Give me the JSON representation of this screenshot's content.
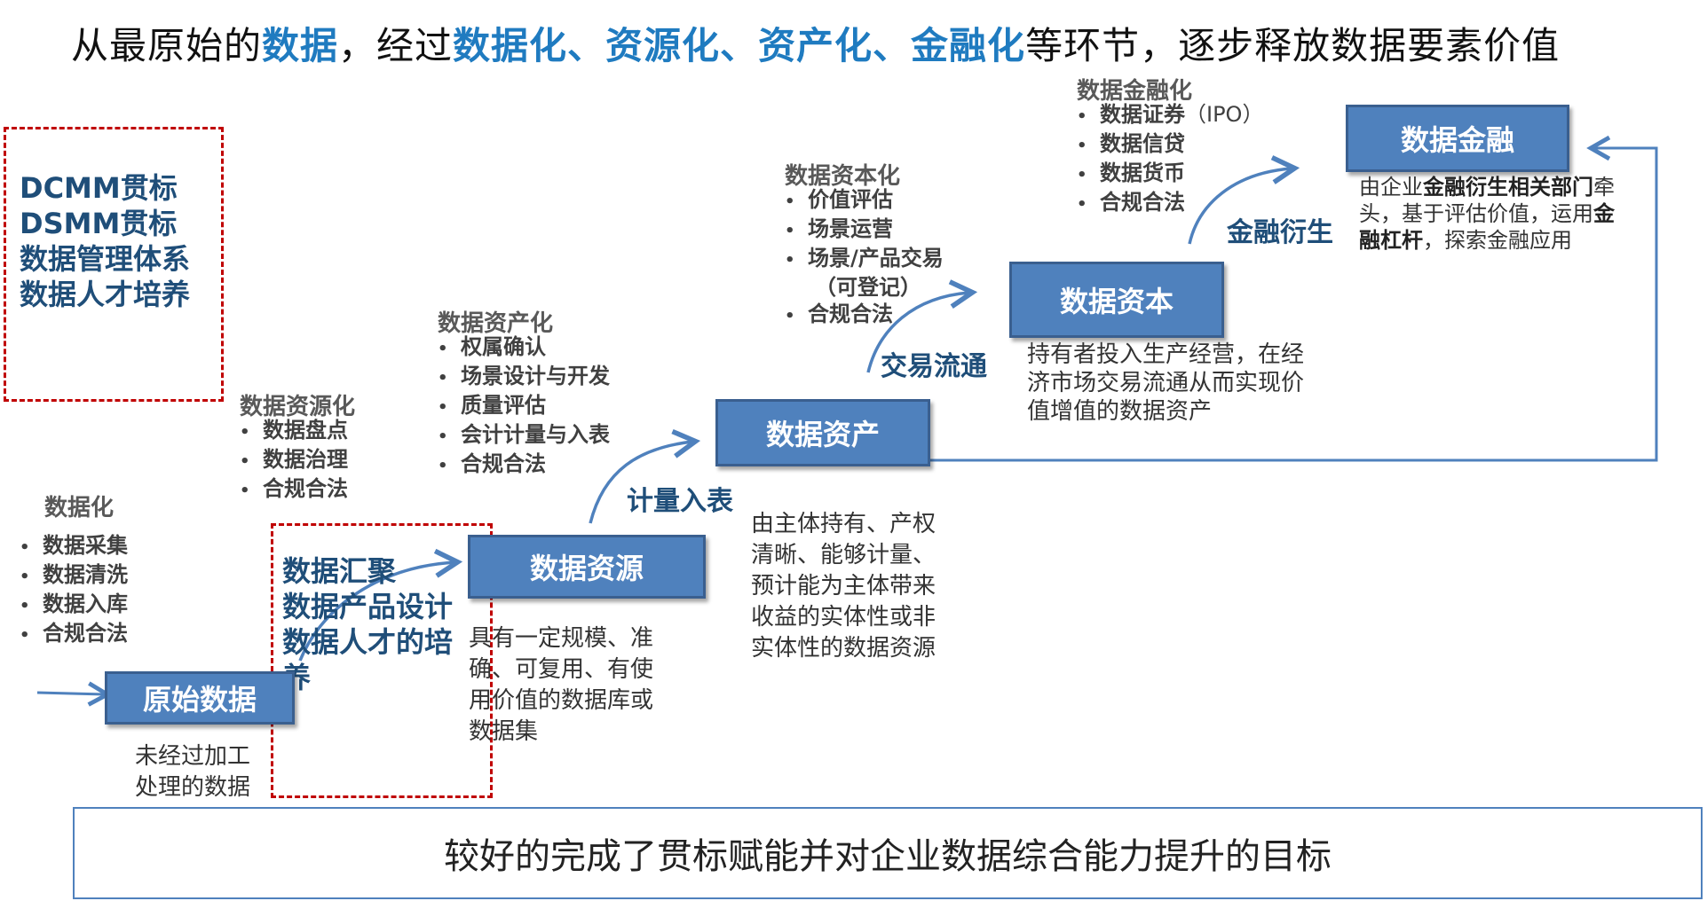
{
  "title": {
    "p1": "从最原始的",
    "h1": "数据",
    "p2": "，经过",
    "h2": "数据化、资源化、资产化、金融化",
    "p3": "等环节，逐步释放数据要素价值"
  },
  "left_box": {
    "lines": [
      "DCMM贯标",
      "DSMM贯标",
      "数据管理体系",
      "数据人才培养"
    ]
  },
  "middle_box": {
    "lines": [
      "数据汇聚",
      "数据产品设计",
      "数据人才的培",
      "养"
    ]
  },
  "stages": {
    "raw": {
      "label": "原始数据",
      "desc": [
        "未经过加工",
        "处理的数据"
      ]
    },
    "resource": {
      "label": "数据资源",
      "desc": [
        "具有一定规模、准",
        "确、可复用、有使",
        "用价值的数据库或",
        "数据集"
      ]
    },
    "asset": {
      "label": "数据资产",
      "desc": [
        "由主体持有、产权",
        "清晰、能够计量、",
        "预计能为主体带来",
        "收益的实体性或非",
        "实体性的数据资源"
      ]
    },
    "capital": {
      "label": "数据资本",
      "desc": [
        "持有者投入生产经营，在经",
        "济市场交易流通从而实现价",
        "值增值的数据资产"
      ]
    },
    "finance": {
      "label": "数据金融",
      "desc_parts": [
        "由企业",
        "金融衍生相关部门",
        "牵",
        "头，基于评估价值，运用",
        "金",
        "融杠杆",
        "，探索金融应用"
      ]
    }
  },
  "phases": {
    "datafication": {
      "title": "数据化",
      "items": [
        "数据采集",
        "数据清洗",
        "数据入库",
        "合规合法"
      ]
    },
    "resourcification": {
      "title": "数据资源化",
      "items": [
        "数据盘点",
        "数据治理",
        "合规合法"
      ]
    },
    "assetization": {
      "title": "数据资产化",
      "items": [
        "权属确认",
        "场景设计与开发",
        "质量评估",
        "会计计量与入表",
        "合规合法"
      ]
    },
    "capitalization": {
      "title": "数据资本化",
      "items": [
        "价值评估",
        "场景运营",
        "场景/产品交易",
        "（可登记）",
        "合规合法"
      ]
    },
    "financialization": {
      "title": "数据金融化",
      "items": [
        "数据证券",
        "（IPO）",
        "数据信贷",
        "数据货币",
        "合规合法"
      ]
    }
  },
  "transitions": {
    "t1": "计量入表",
    "t2": "交易流通",
    "t3": "金融衍生"
  },
  "bottom_text": "较好的完成了贯标赋能并对企业数据综合能力提升的目标"
}
